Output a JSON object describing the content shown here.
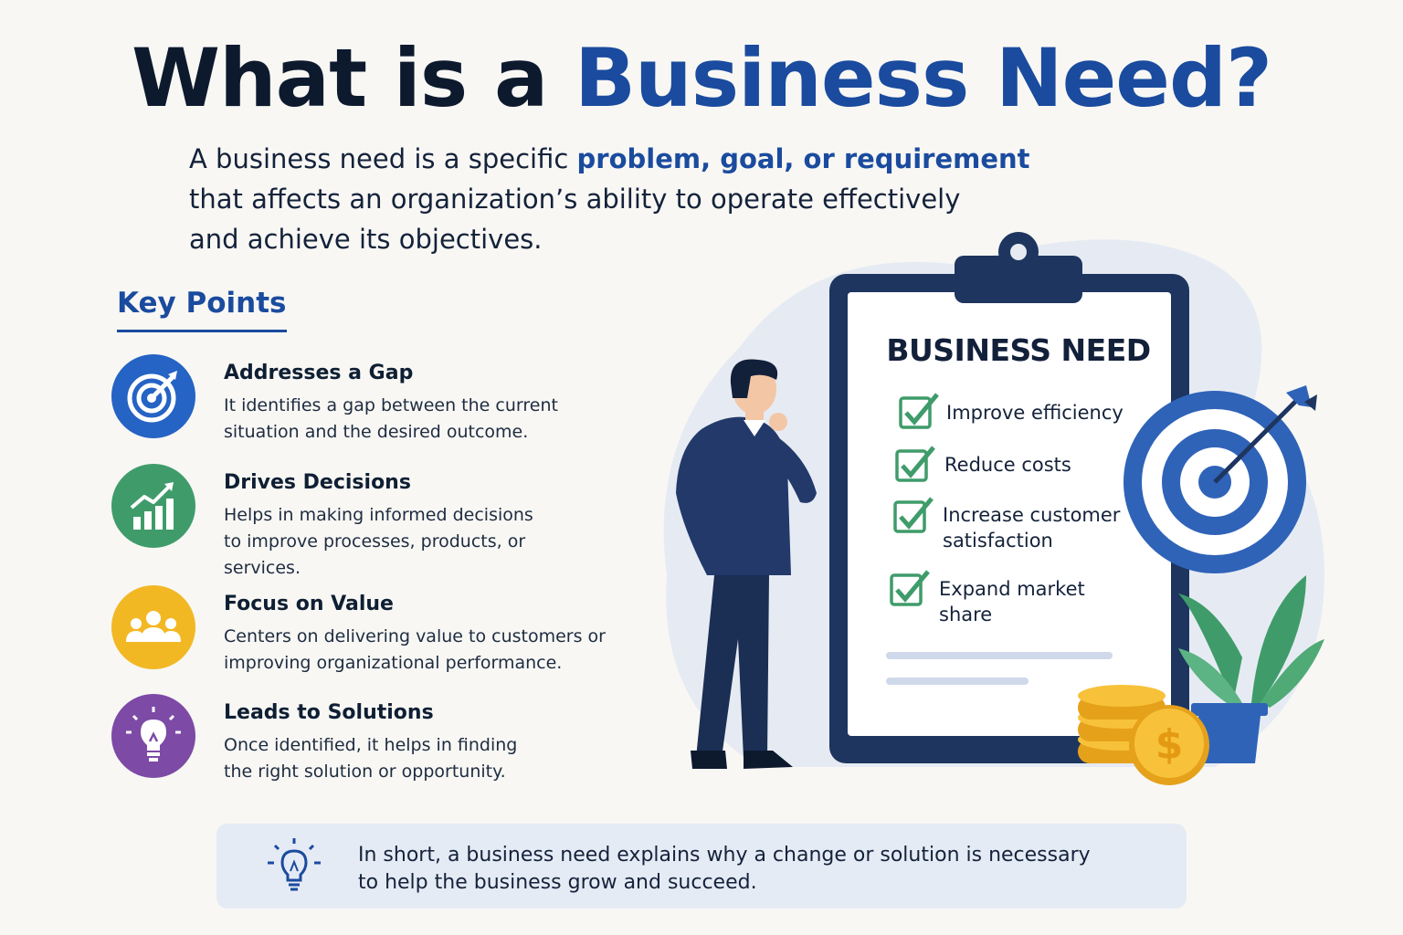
{
  "title": {
    "part1": "What is a ",
    "accent": "Business Need?"
  },
  "intro": {
    "before": "A business need is a specific ",
    "highlight": "problem, goal, or requirement",
    "line2": "that affects an organization’s ability to operate effectively",
    "line3": "and achieve its objectives."
  },
  "key_points": {
    "heading": "Key Points",
    "items": [
      {
        "title": "Addresses a Gap",
        "desc": "It identifies a gap between the current situation and the desired outcome.",
        "icon": "target-icon",
        "color": "#2563c4"
      },
      {
        "title": "Drives Decisions",
        "desc": "Helps in making informed decisions to improve processes, products, or services.",
        "icon": "growth-chart-icon",
        "color": "#3f9c6a"
      },
      {
        "title": "Focus on Value",
        "desc": "Centers on delivering value to customers or improving organizational performance.",
        "icon": "people-group-icon",
        "color": "#f2b824"
      },
      {
        "title": "Leads to Solutions",
        "desc": "Once identified, it helps in finding the right solution or opportunity.",
        "icon": "lightbulb-icon",
        "color": "#7d4aa6"
      }
    ]
  },
  "clipboard": {
    "title": "BUSINESS NEED",
    "items": [
      "Improve efficiency",
      "Reduce costs",
      "Increase customer satisfaction",
      "Expand market share"
    ]
  },
  "summary": {
    "icon": "lightbulb-icon",
    "line1": "In short, a business need explains why a change or solution is necessary",
    "line2": "to help the business grow and succeed."
  },
  "colors": {
    "navy": "#0d1a2e",
    "accent": "#1a4b9e",
    "check": "#3f9c6a",
    "coin": "#f2b324",
    "summary_bg": "#e5ebf5"
  }
}
